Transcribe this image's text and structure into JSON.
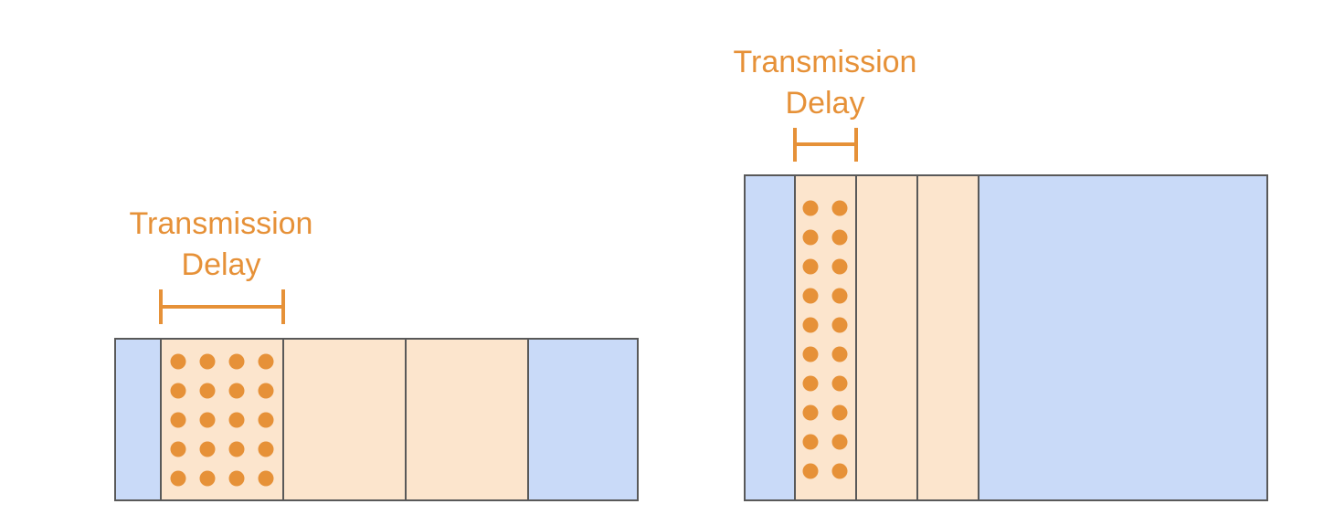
{
  "colors": {
    "accent": "#E69138",
    "blue_fill": "#C9DAF8",
    "peach_fill": "#FCE5CD",
    "outline": "#595959",
    "dot": "#E69138"
  },
  "diagrams": [
    {
      "id": "narrow",
      "label_line1": "Transmission",
      "label_line2": "Delay",
      "dot_columns": 4,
      "dot_rows": 5
    },
    {
      "id": "tall",
      "label_line1": "Transmission",
      "label_line2": "Delay",
      "dot_columns": 2,
      "dot_rows": 10
    }
  ]
}
